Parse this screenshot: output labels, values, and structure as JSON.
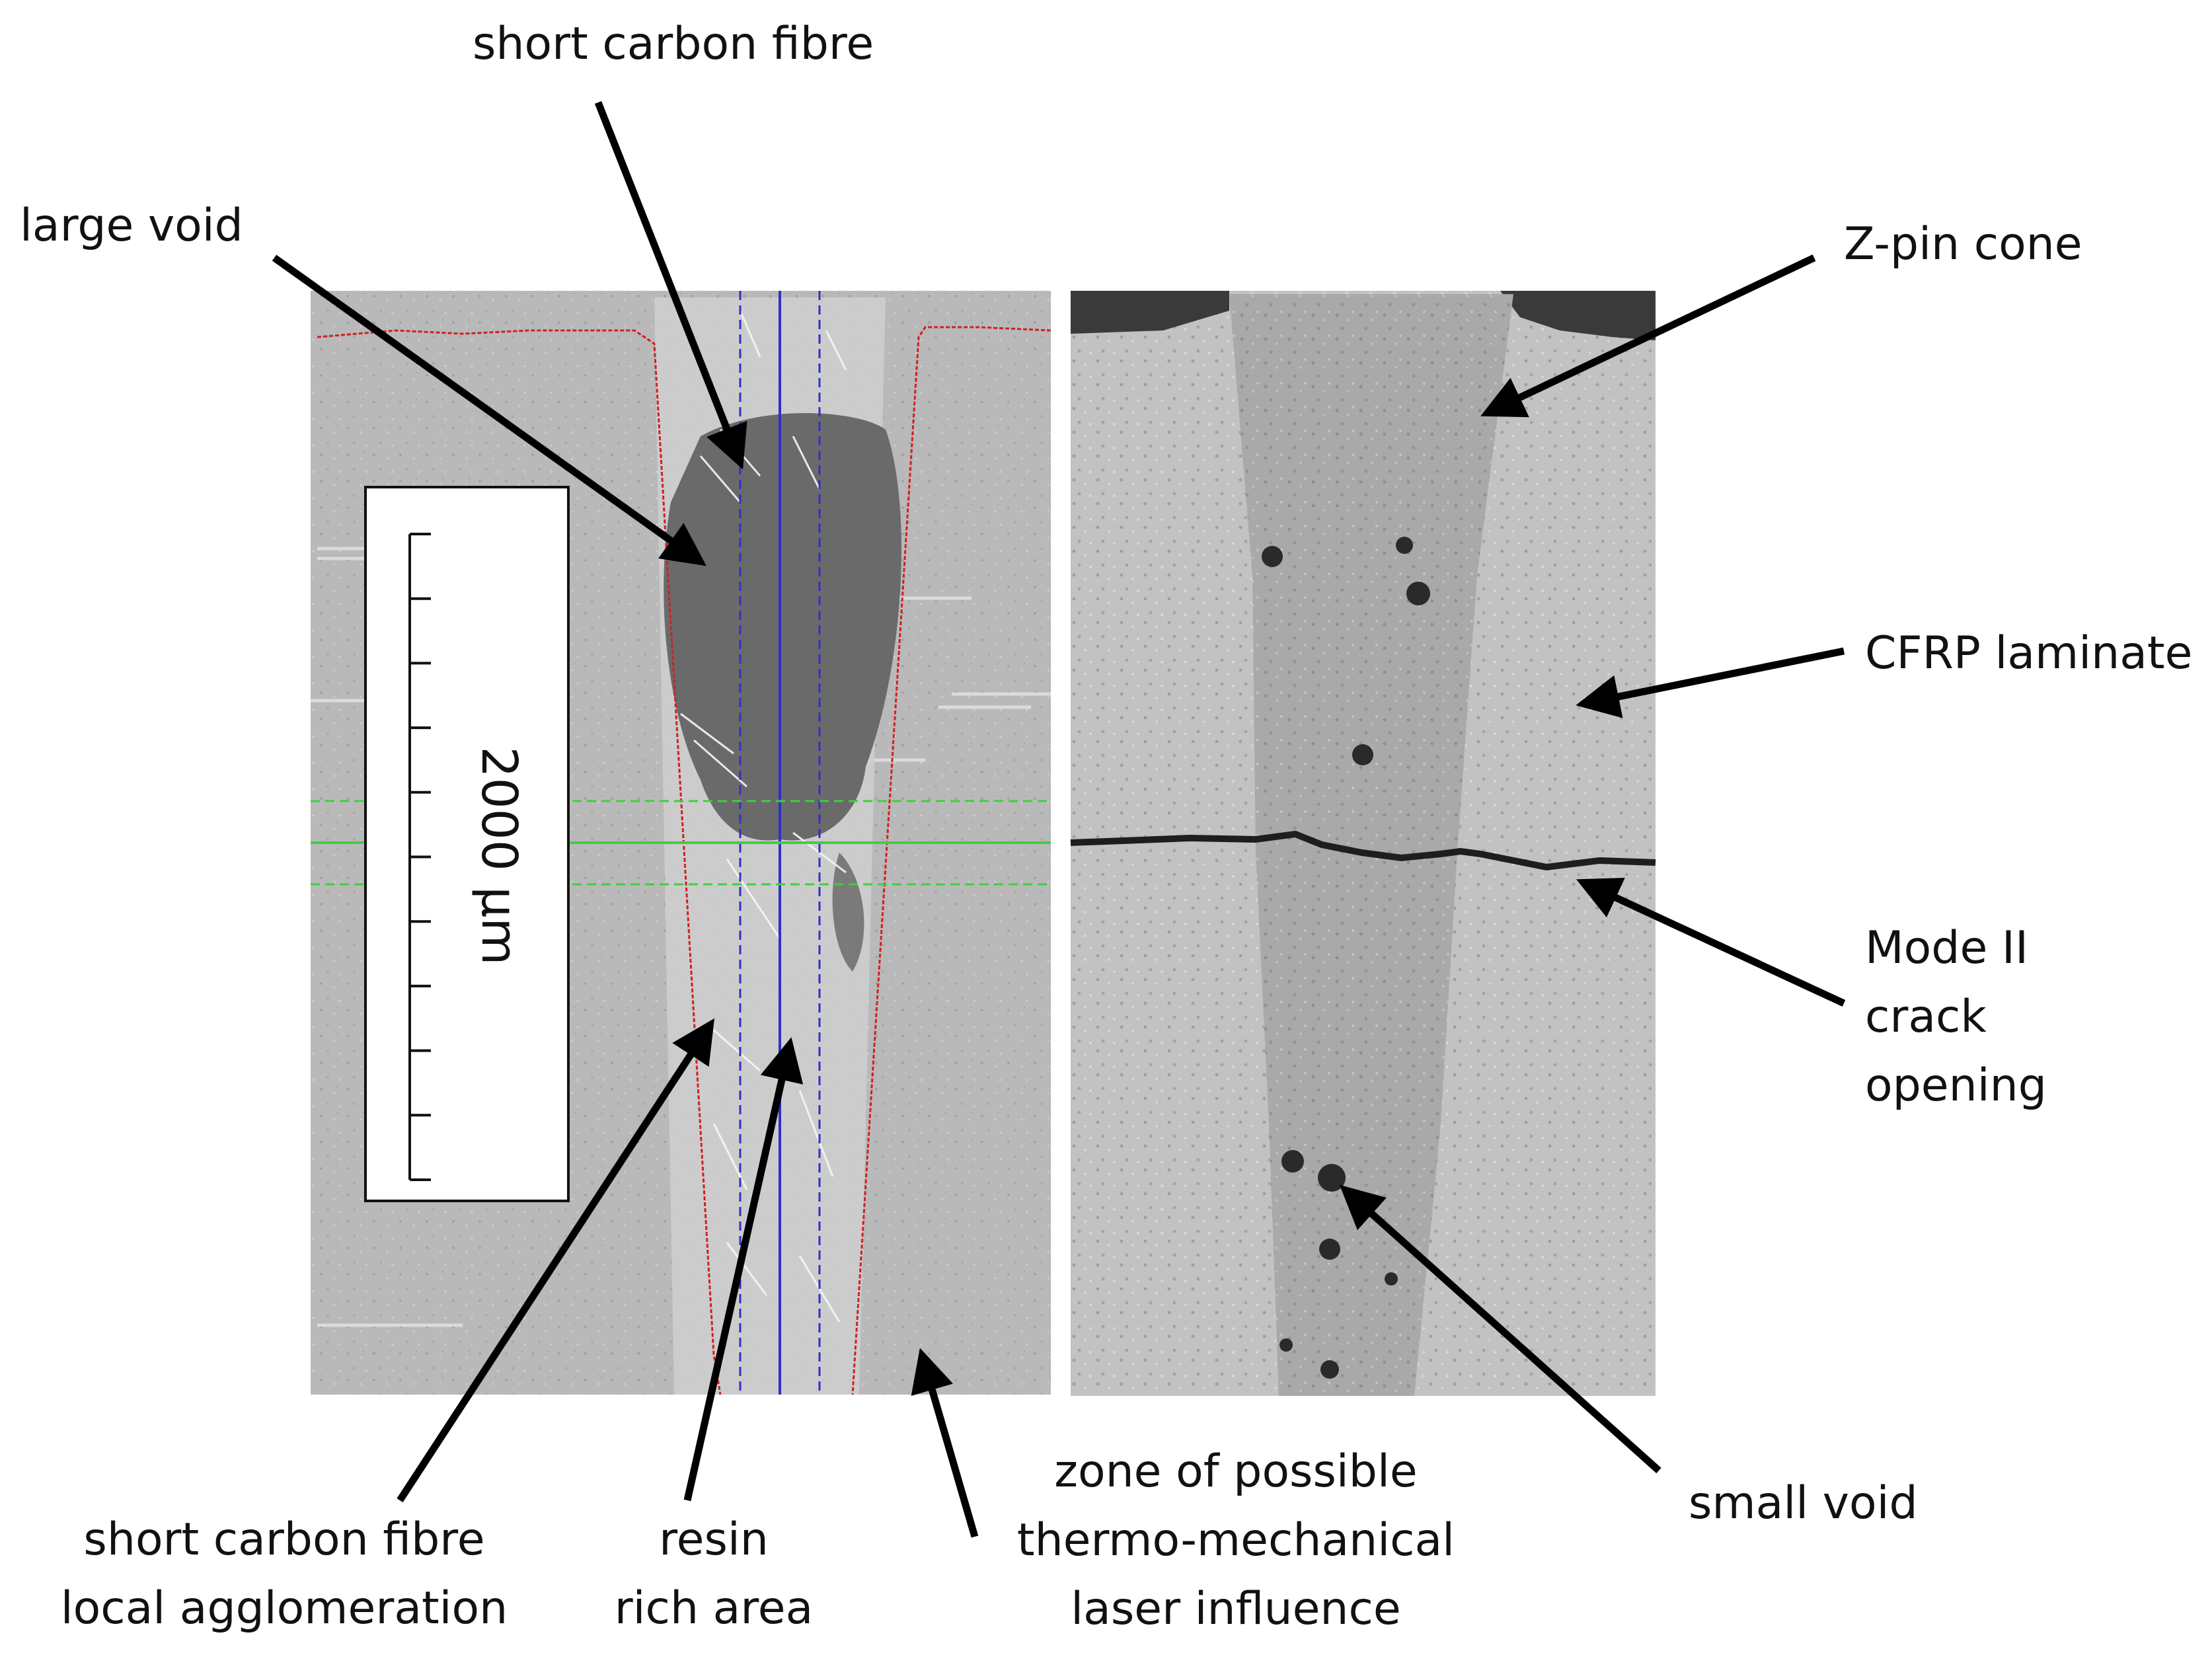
{
  "labels": {
    "short_carbon_fibre": "short carbon fibre",
    "large_void": "large void",
    "z_pin_cone": "Z-pin cone",
    "cfrp_laminate": "CFRP laminate",
    "mode_ii": [
      "Mode II",
      "crack",
      "opening"
    ],
    "small_void": "small void",
    "zone_laser": [
      "zone of possible",
      "thermo-mechanical",
      "laser influence"
    ],
    "resin_rich": [
      "resin",
      "rich area"
    ],
    "fibre_agglomeration": [
      "short carbon fibre",
      "local agglomeration"
    ]
  },
  "scale_bar": {
    "label": "2000 µm",
    "tick_count": 11
  },
  "colors": {
    "outline_red": "#d21f1f",
    "axis_blue": "#3030c8",
    "axis_green": "#3fcf3f",
    "arrow": "#000000",
    "micrograph_gray": "#b9b9b9",
    "photo_gray": "#bdbdbd"
  }
}
